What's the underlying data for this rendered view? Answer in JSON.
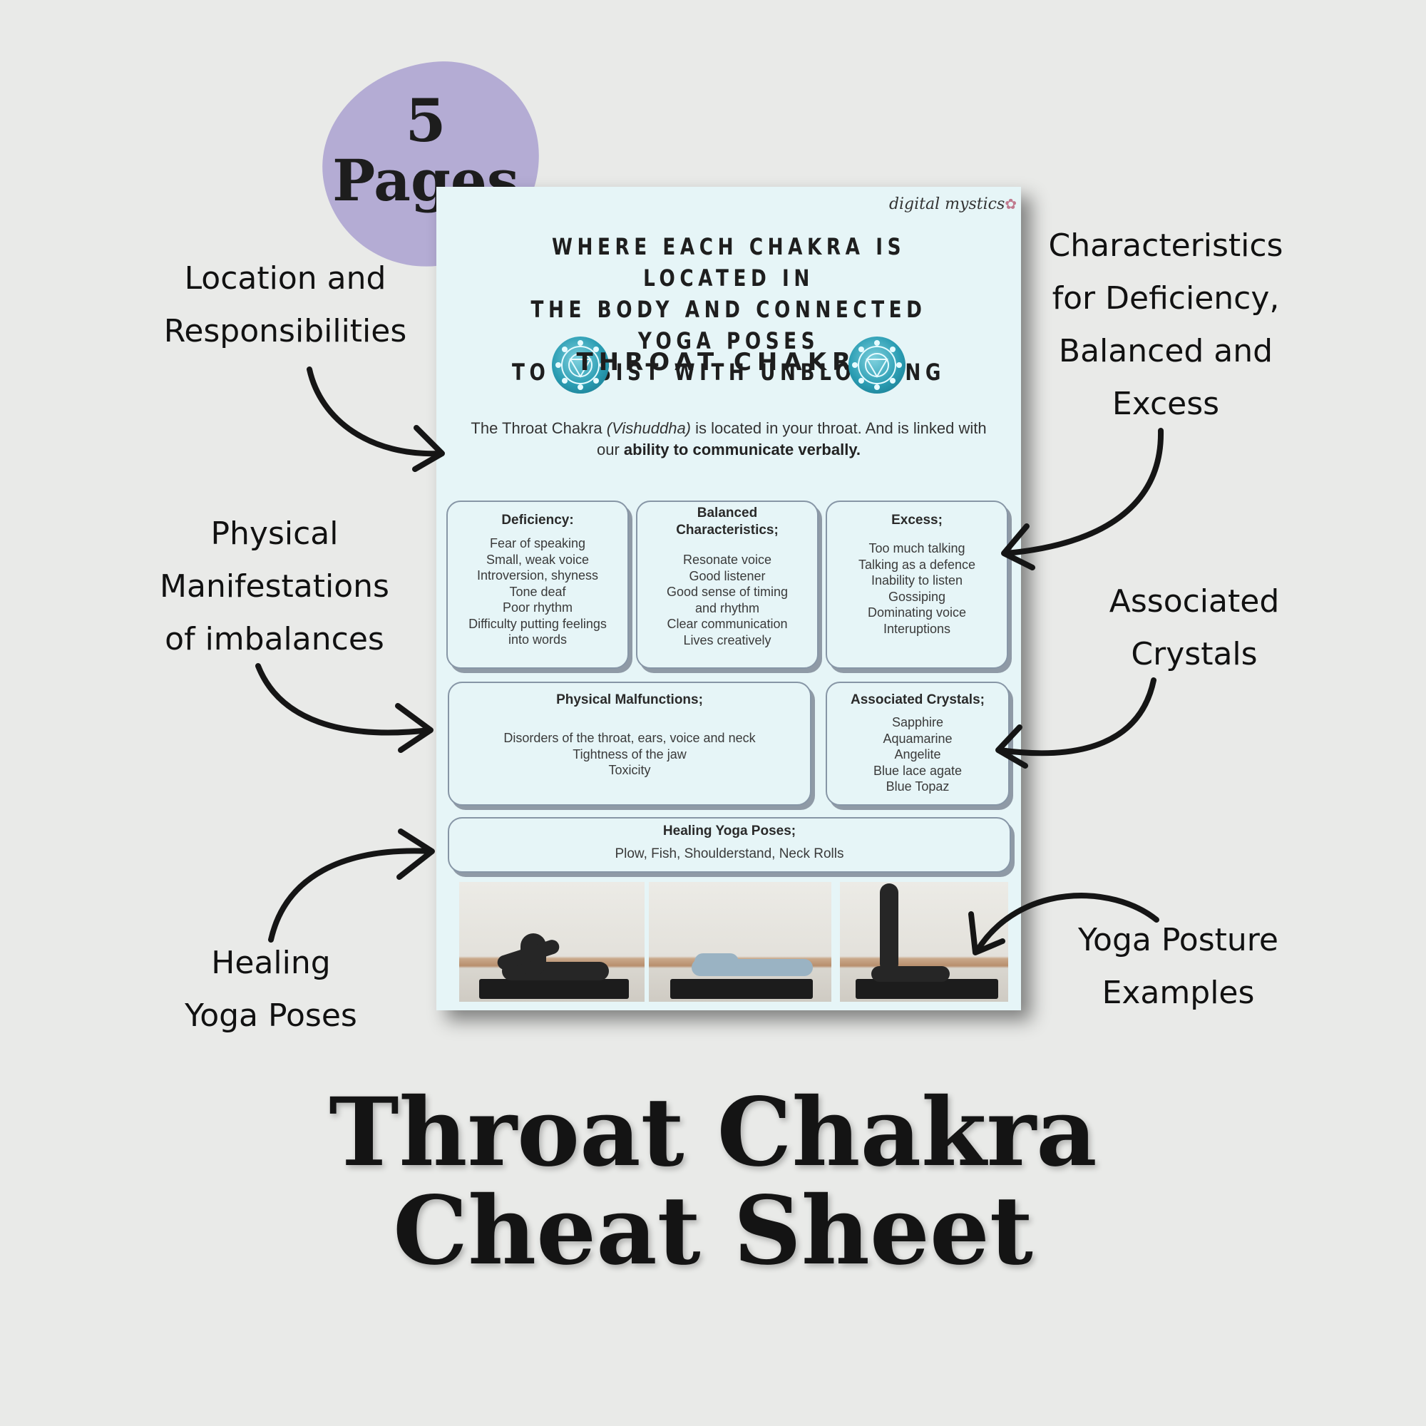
{
  "badge": {
    "number": "5",
    "word": "Pages"
  },
  "callouts": {
    "location": [
      "Location and",
      "Responsibilities"
    ],
    "characteristics": [
      "Characteristics",
      "for Deficiency,",
      "Balanced and",
      "Excess"
    ],
    "physical": [
      "Physical",
      "Manifestations",
      "of imbalances"
    ],
    "crystals": [
      "Associated",
      "Crystals"
    ],
    "healing": [
      "Healing",
      "Yoga Poses"
    ],
    "posture": [
      "Yoga Posture",
      "Examples"
    ]
  },
  "sheet": {
    "brand": "digital mystics",
    "title_lines": [
      "WHERE EACH CHAKRA IS LOCATED IN",
      "THE BODY AND CONNECTED YOGA POSES",
      "TO ASSIST WITH UNBLOCKING"
    ],
    "chakra_name": "THROAT CHAKRA",
    "intro": {
      "part1": "The Throat Chakra ",
      "italic": "(Vishuddha)",
      "part2": " is located in your throat. And is linked with our ",
      "bold": "ability to communicate verbally."
    },
    "deficiency": {
      "heading": "Deficiency:",
      "items": [
        "Fear of speaking",
        "Small, weak voice",
        "Introversion, shyness",
        "Tone deaf",
        "Poor rhythm",
        "Difficulty putting feelings",
        "into words"
      ]
    },
    "balanced": {
      "heading_lines": [
        "Balanced",
        "Characteristics;"
      ],
      "items": [
        "Resonate voice",
        "Good listener",
        "Good sense of timing",
        "and rhythm",
        "Clear communication",
        "Lives creatively"
      ]
    },
    "excess": {
      "heading": "Excess;",
      "items": [
        "Too much talking",
        "Talking as a defence",
        "Inability to listen",
        "Gossiping",
        "Dominating voice",
        "Interuptions"
      ]
    },
    "malfunctions": {
      "heading": "Physical Malfunctions;",
      "items": [
        "Disorders of the throat, ears, voice and neck",
        "Tightness of the jaw",
        "Toxicity"
      ]
    },
    "crystals": {
      "heading": "Associated Crystals;",
      "items": [
        "Sapphire",
        "Aquamarine",
        "Angelite",
        "Blue lace agate",
        "Blue Topaz"
      ]
    },
    "poses": {
      "heading": "Healing Yoga Poses;",
      "text": "Plow, Fish, Shoulderstand, Neck Rolls"
    }
  },
  "main_title": [
    "Throat Chakra",
    "Cheat Sheet"
  ],
  "colors": {
    "background": "#e9eae8",
    "badge": "#b4acd4",
    "sheet": "#e6f5f7",
    "chakra": "#2b9db3"
  }
}
